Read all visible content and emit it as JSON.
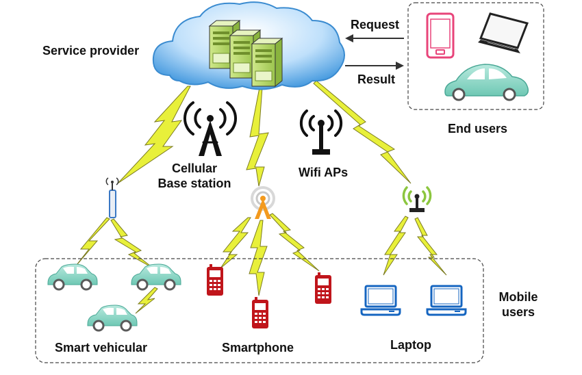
{
  "labels": {
    "service_provider": "Service provider",
    "request": "Request",
    "result": "Result",
    "end_users": "End users",
    "cellular_line1": "Cellular",
    "cellular_line2": "Base station",
    "wifi_aps": "Wifi APs",
    "mobile_line1": "Mobile",
    "mobile_line2": "users",
    "smart_vehicular": "Smart vehicular",
    "smartphone": "Smartphone",
    "laptop": "Laptop"
  },
  "colors": {
    "cloud": "#3a93dc",
    "server": "#b5d96a",
    "bolt": "#e8f03a",
    "car": "#86d5c4",
    "phone_end": "#e8447a",
    "phone_mobile": "#c0151b",
    "laptop_mobile": "#1565c0",
    "router_orange": "#f39a1e",
    "router_green": "#8cc63f"
  },
  "icons": [
    "cloud-icon",
    "server-icon",
    "cell-tower-icon",
    "wifi-antenna-icon",
    "smartphone-icon",
    "laptop-icon",
    "car-icon",
    "router-icon",
    "lightning-bolt-icon"
  ]
}
